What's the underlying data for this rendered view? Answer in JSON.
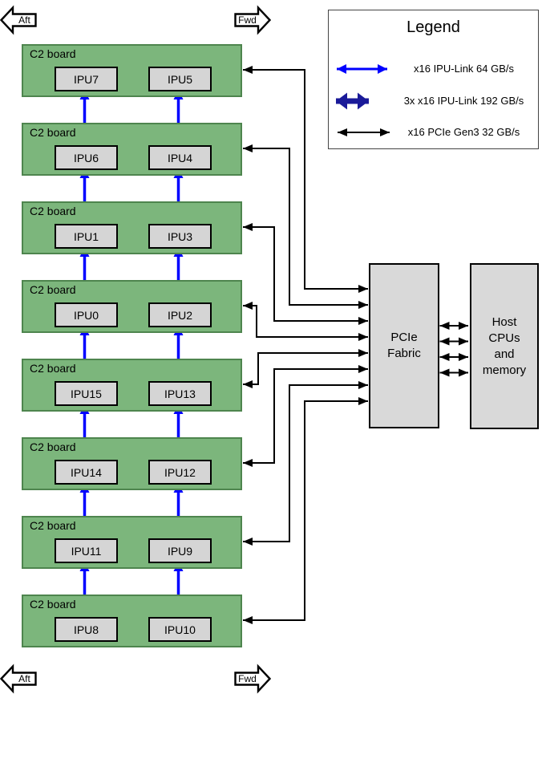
{
  "direction_markers": {
    "aft": "Aft",
    "fwd": "Fwd"
  },
  "legend": {
    "title": "Legend",
    "items": [
      {
        "icon": "ipu-link-arrow-icon",
        "label": "x16 IPU-Link 64 GB/s"
      },
      {
        "icon": "ipu-link-3x-arrow-icon",
        "label": "3x x16 IPU-Link 192 GB/s"
      },
      {
        "icon": "pcie-arrow-icon",
        "label": "x16 PCIe Gen3 32 GB/s"
      }
    ]
  },
  "boards": [
    {
      "label": "C2 board",
      "left_ipu": "IPU7",
      "right_ipu": "IPU5"
    },
    {
      "label": "C2 board",
      "left_ipu": "IPU6",
      "right_ipu": "IPU4"
    },
    {
      "label": "C2 board",
      "left_ipu": "IPU1",
      "right_ipu": "IPU3"
    },
    {
      "label": "C2 board",
      "left_ipu": "IPU0",
      "right_ipu": "IPU2"
    },
    {
      "label": "C2 board",
      "left_ipu": "IPU15",
      "right_ipu": "IPU13"
    },
    {
      "label": "C2 board",
      "left_ipu": "IPU14",
      "right_ipu": "IPU12"
    },
    {
      "label": "C2 board",
      "left_ipu": "IPU11",
      "right_ipu": "IPU9"
    },
    {
      "label": "C2 board",
      "left_ipu": "IPU8",
      "right_ipu": "IPU10"
    }
  ],
  "fabric": {
    "label": "PCIe Fabric"
  },
  "host": {
    "label": "Host CPUs and memory"
  },
  "colors": {
    "board_fill": "#7cb67c",
    "board_border": "#4e854e",
    "ipu_fill": "#d5d5d5",
    "box_fill": "#d9d9d9",
    "ipu_link": "#0000ff",
    "ipu_link_3x": "#1a1a99",
    "pcie": "#000000"
  }
}
